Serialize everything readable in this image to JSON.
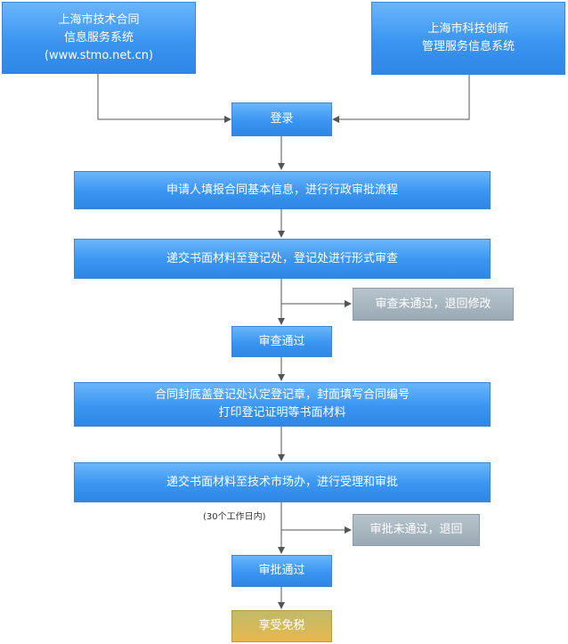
{
  "source_left": [
    "上海市技术合同",
    "信息服务系统",
    "(www.stmo.net.cn)"
  ],
  "source_right": [
    "上海市科技创新",
    "管理服务信息系统"
  ],
  "login": "登录",
  "step_apply": "申请人填报合同基本信息，进行行政审批流程",
  "step_submit": "递交书面材料至登记处，登记处进行形式审查",
  "reject_review": "审查未通过，退回修改",
  "pass_review": "审查通过",
  "step_seal": [
    "合同封底盖登记处认定登记章，封面填写合同编号",
    "打印登记证明等书面材料"
  ],
  "step_market": "递交书面材料至技术市场办，进行受理和审批",
  "note_days": "(30个工作日内)",
  "reject_approval": "审批未通过，退回",
  "pass_approval": "审批通过",
  "final": "享受免税",
  "colors": {
    "blue_top": "#69b6fb",
    "blue_bottom": "#2f86e6",
    "gray": "#9aa9b4",
    "gold": "#e7b84e",
    "line": "#555555"
  }
}
